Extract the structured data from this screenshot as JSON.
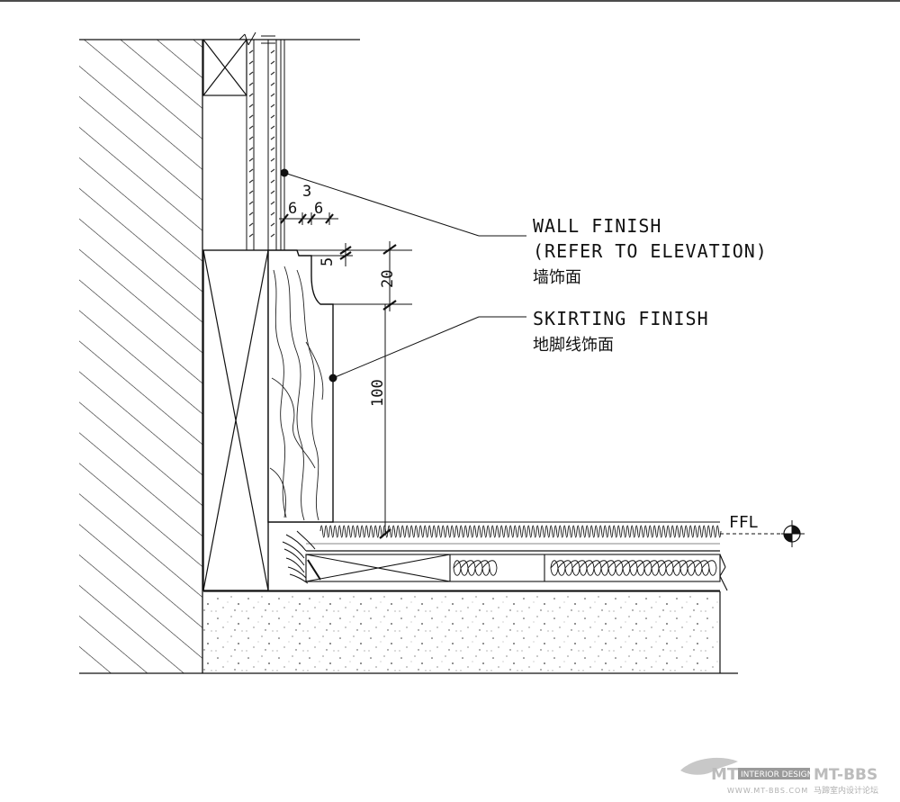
{
  "labels": {
    "wall_finish_en": "WALL FINISH",
    "wall_finish_ref": "(REFER TO ELEVATION)",
    "wall_finish_zh": "墙饰面",
    "skirting_finish_en": "SKIRTING FINISH",
    "skirting_finish_zh": "地脚线饰面",
    "ffl": "FFL"
  },
  "dimensions": {
    "wall_finish_thickness": "3",
    "gap_left": "6",
    "gap_right": "6",
    "top_step": "5",
    "reveal_height": "20",
    "skirting_height": "100"
  },
  "watermark": {
    "logo": "MT",
    "badge": "INTERIOR DESIGN",
    "site": "MT-BBS",
    "url": "WWW.MT-BBS.COM",
    "zh": "马蹄室内设计论坛"
  },
  "colors": {
    "line": "#111111",
    "hatch": "#222222",
    "watermark": "#b8b8b8"
  }
}
